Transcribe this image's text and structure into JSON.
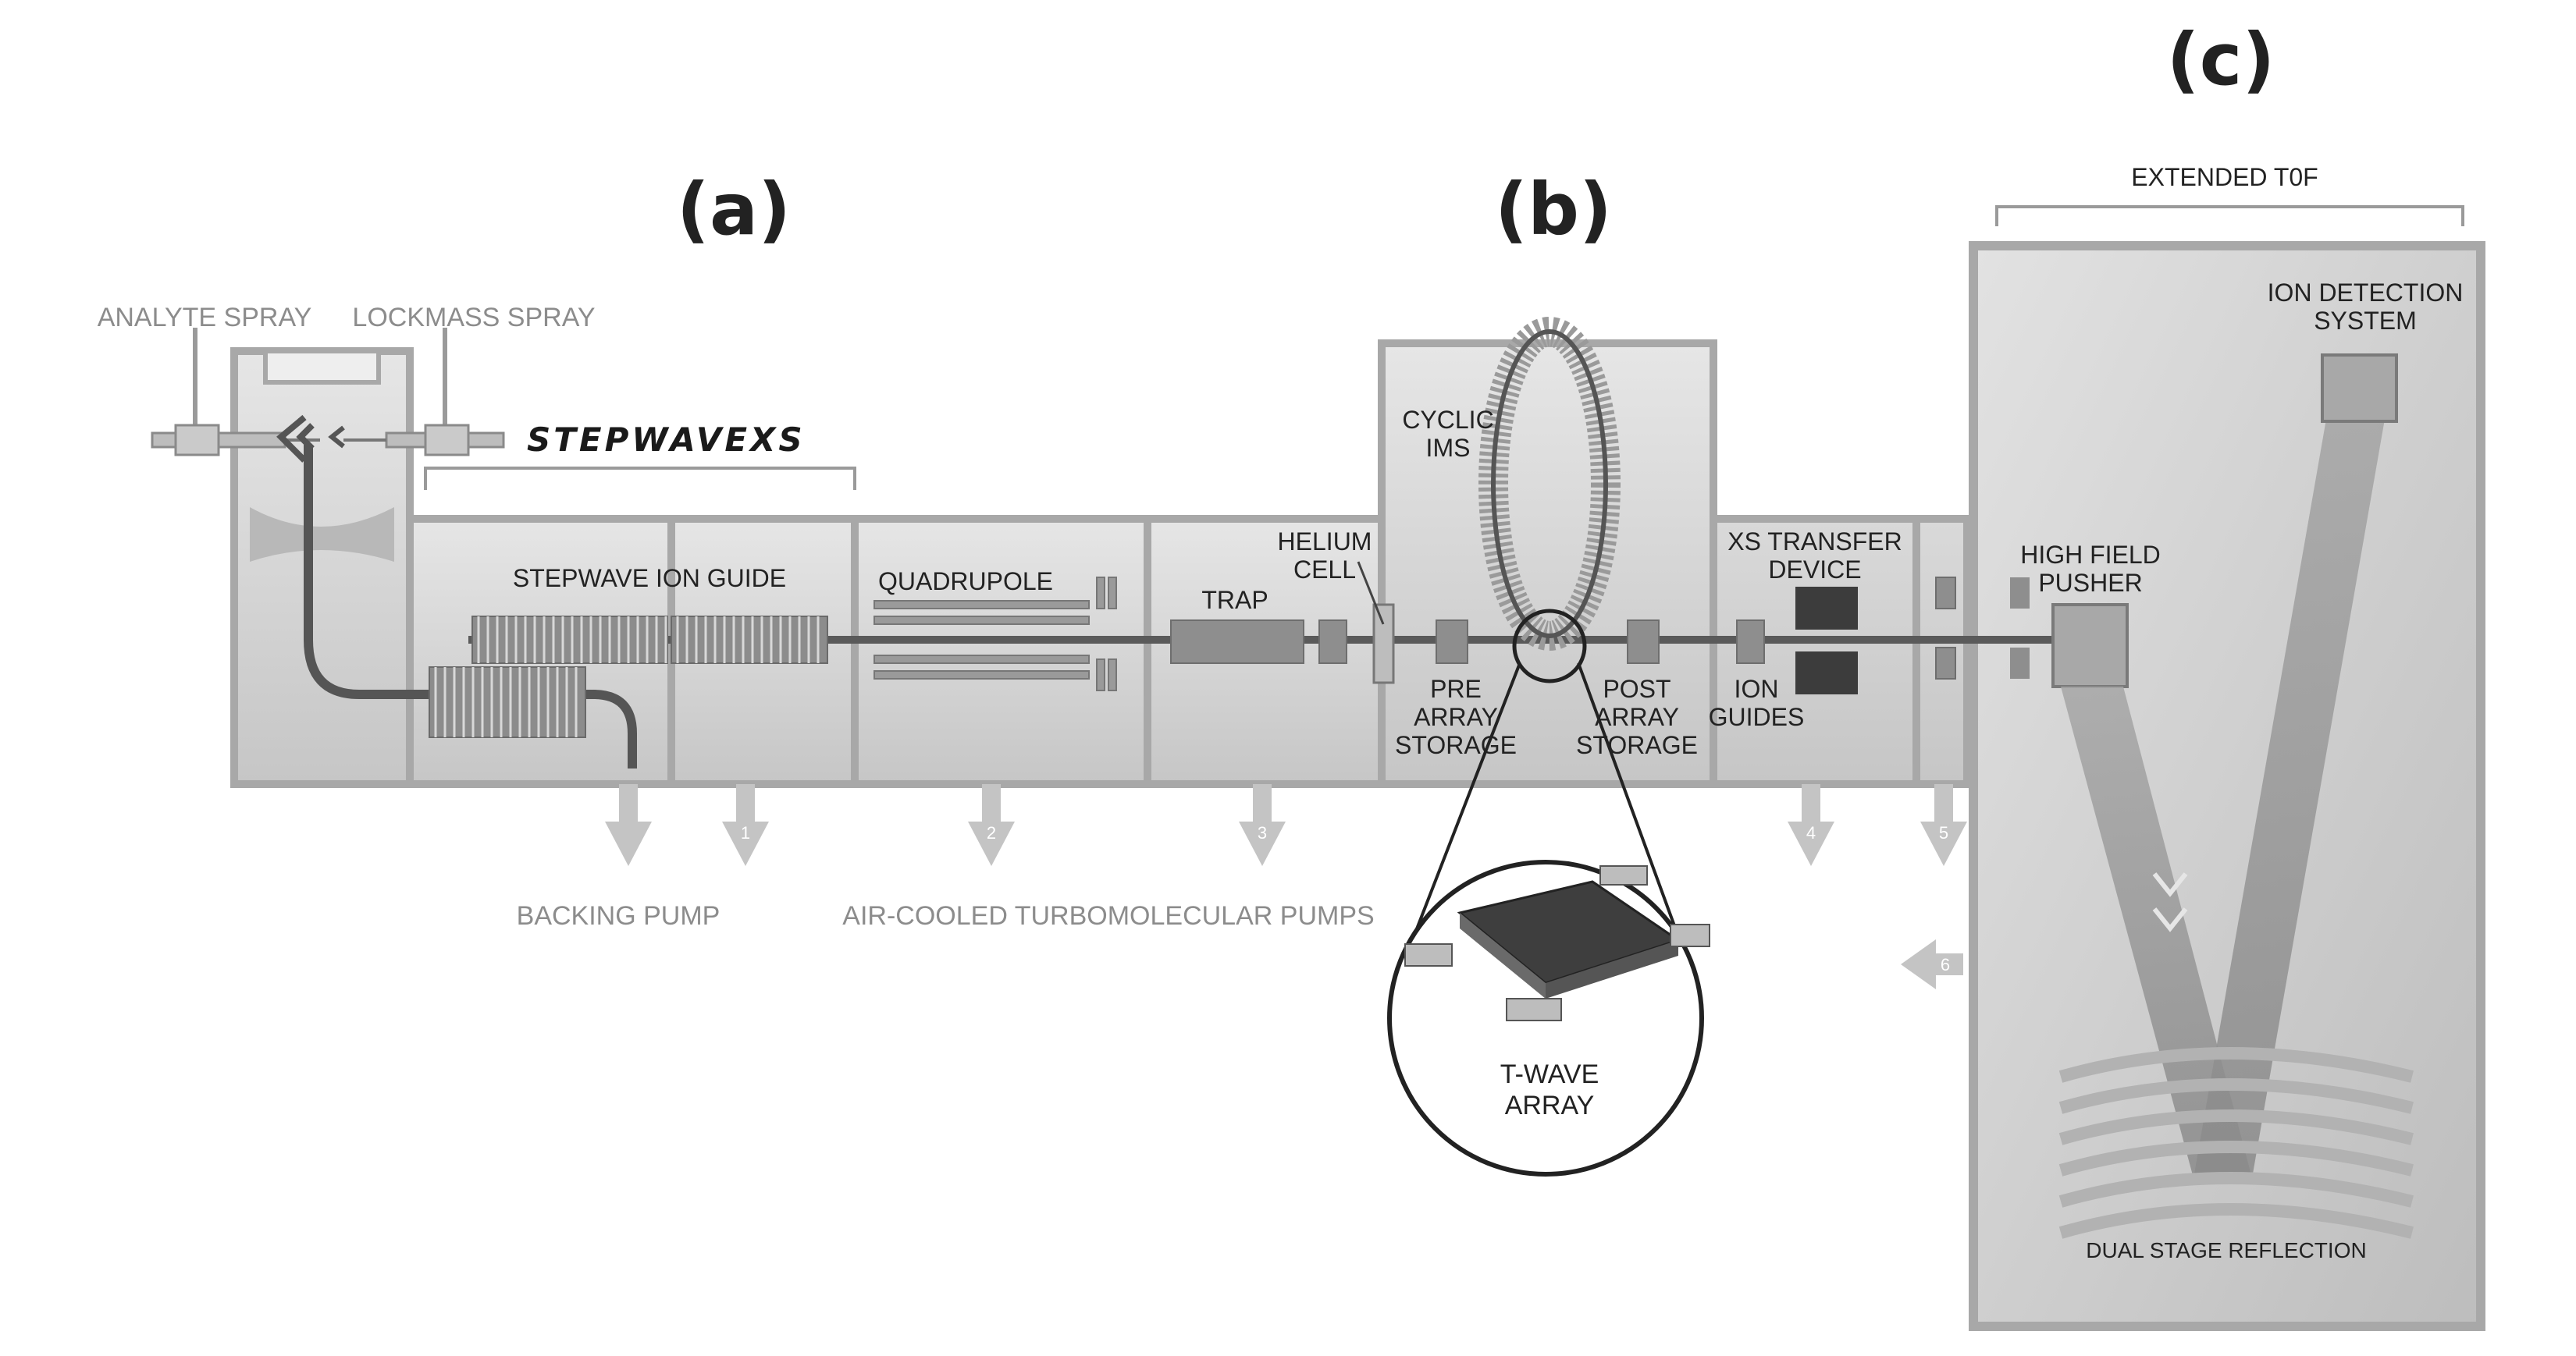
{
  "panels": {
    "a": "(a)",
    "b": "(b)",
    "c": "(c)"
  },
  "logo_text": "STEPWAVEXS",
  "labels": {
    "analyte_spray": "ANALYTE SPRAY",
    "lockmass_spray": "LOCKMASS SPRAY",
    "stepwave_ion_guide": "STEPWAVE ION GUIDE",
    "quadrupole": "QUADRUPOLE",
    "trap": "TRAP",
    "helium_cell": [
      "HELIUM",
      "CELL"
    ],
    "cyclic_ims": [
      "CYCLIC",
      "IMS"
    ],
    "pre_array_storage": [
      "PRE",
      "ARRAY",
      "STORAGE"
    ],
    "post_array_storage": [
      "POST",
      "ARRAY",
      "STORAGE"
    ],
    "xs_transfer_device": [
      "XS TRANSFER",
      "DEVICE"
    ],
    "ion_guides": [
      "ION",
      "GUIDES"
    ],
    "high_field_pusher": [
      "HIGH FIELD",
      "PUSHER"
    ],
    "ion_detection_system": [
      "ION DETECTION",
      "SYSTEM"
    ],
    "extended_tof": "EXTENDED T0F",
    "dual_stage_reflection": "DUAL STAGE REFLECTION",
    "t_wave_array": [
      "T-WAVE",
      "ARRAY"
    ],
    "backing_pump": "BACKING PUMP",
    "turbo_pumps": "AIR-COOLED TURBOMOLECULAR PUMPS"
  },
  "pump_numbers": [
    "1",
    "2",
    "3",
    "4",
    "5",
    "6"
  ],
  "colors": {
    "housing": "#d4d4d4",
    "housing_edge": "#a8a8a8",
    "ion_path": "#555555",
    "arrow": "#c4c4c4",
    "label_grey": "#8c8c8c",
    "text": "#222222"
  }
}
